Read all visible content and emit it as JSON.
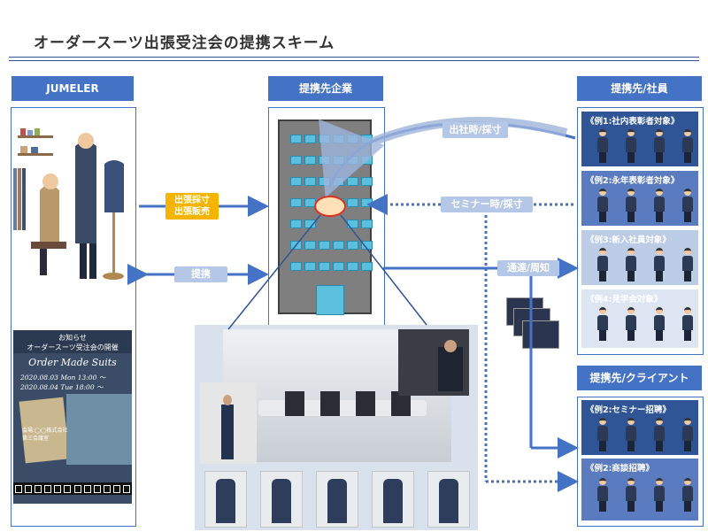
{
  "title": "オーダースーツ出張受注会の提携スキーム",
  "columns": {
    "left_header": "JUMELER",
    "center_header": "提携先企業",
    "right_header_employees": "提携先/社員",
    "right_header_clients": "提携先/クライアント"
  },
  "arrow_labels": {
    "dispatch": "出張採寸\n出張販売",
    "partnership": "提携",
    "at_work": "出社時/採寸",
    "at_seminar": "セミナー時/採寸",
    "notice": "通達/周知"
  },
  "employee_examples": [
    "《例1:社内表彰者対象》",
    "《例2:永年表彰者対象》",
    "《例3:新入社員対象》",
    "《例4:見学会対象》"
  ],
  "client_examples": [
    "《例2:セミナー招聘》",
    "《例2:商談招聘》"
  ],
  "flyer": {
    "notice": "お知らせ",
    "headline": "オーダースーツ受注会の開催",
    "script_title": "Order Made Suits",
    "dates": [
      "2020.08.03  Mon  13:00 〜",
      "2020.08.04  Tue  18:00 〜"
    ],
    "venue_line1": "会場:◯◯株式会社",
    "venue_line2": "第三会議室"
  },
  "colors": {
    "header_blue": "#4472c4",
    "dark_blue": "#2f5597",
    "light_blue": "#b4c7e7",
    "orange": "#f5b400"
  }
}
